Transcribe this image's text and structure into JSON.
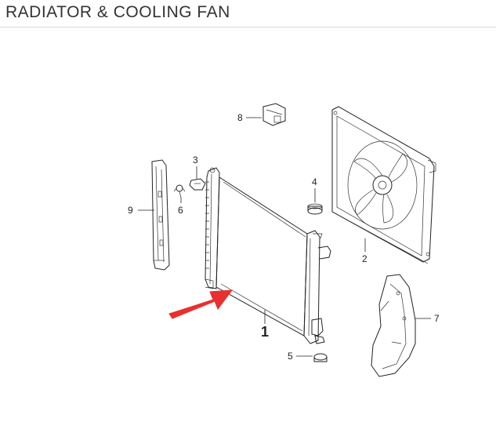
{
  "header": {
    "title": "RADIATOR & COOLING FAN"
  },
  "diagram": {
    "callouts": [
      {
        "id": "1",
        "label": "1"
      },
      {
        "id": "2",
        "label": "2"
      },
      {
        "id": "3",
        "label": "3"
      },
      {
        "id": "4",
        "label": "4"
      },
      {
        "id": "5",
        "label": "5"
      },
      {
        "id": "6",
        "label": "6"
      },
      {
        "id": "7",
        "label": "7"
      },
      {
        "id": "8",
        "label": "8"
      },
      {
        "id": "9",
        "label": "9"
      }
    ],
    "highlight_color": "#e8302f"
  }
}
